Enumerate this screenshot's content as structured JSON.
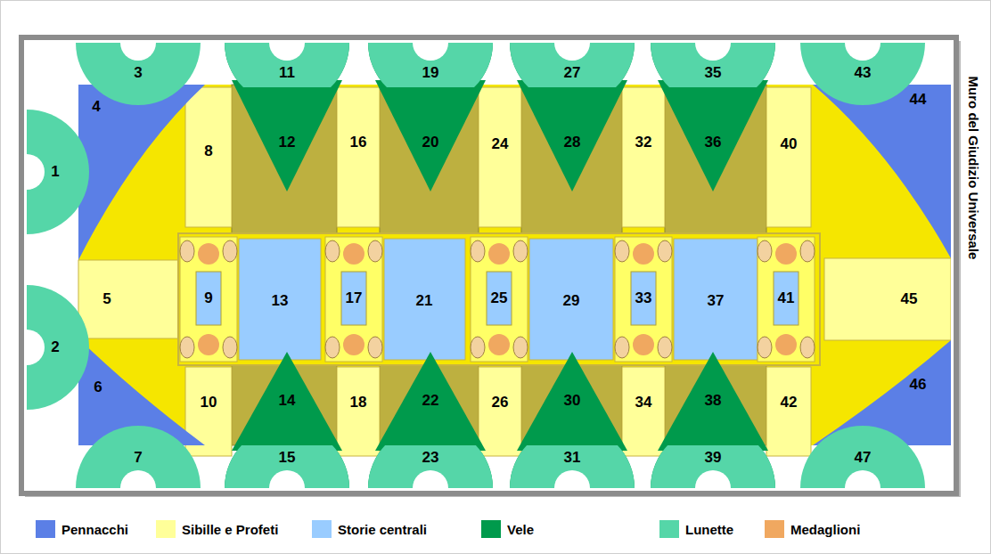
{
  "diagram": {
    "nodes": [
      {
        "text": [
          "1"
        ]
      },
      {
        "text": [
          "2"
        ]
      },
      {
        "text": [
          "3"
        ]
      },
      {
        "text": [
          "4"
        ]
      },
      {
        "text": [
          "5"
        ]
      },
      {
        "text": [
          "6"
        ]
      },
      {
        "text": [
          "7"
        ]
      },
      {
        "text": [
          "8"
        ]
      },
      {
        "text": [
          "9"
        ]
      },
      {
        "text": [
          "10"
        ]
      },
      {
        "text": [
          "11"
        ]
      },
      {
        "text": [
          "12"
        ]
      },
      {
        "text": [
          "13"
        ]
      },
      {
        "text": [
          "14"
        ]
      },
      {
        "text": [
          "15"
        ]
      },
      {
        "text": [
          "16"
        ]
      },
      {
        "text": [
          "17"
        ]
      },
      {
        "text": [
          "18"
        ]
      },
      {
        "text": [
          "19"
        ]
      },
      {
        "text": [
          "20"
        ]
      },
      {
        "text": [
          "21"
        ]
      },
      {
        "text": [
          "22"
        ]
      },
      {
        "text": [
          "23"
        ]
      },
      {
        "text": [
          "24"
        ]
      },
      {
        "text": [
          "25"
        ]
      },
      {
        "text": [
          "26"
        ]
      },
      {
        "text": [
          "27"
        ]
      },
      {
        "text": [
          "28"
        ]
      },
      {
        "text": [
          "29"
        ]
      },
      {
        "text": [
          "30"
        ]
      },
      {
        "text": [
          "31"
        ]
      },
      {
        "text": [
          "32"
        ]
      },
      {
        "text": [
          "33"
        ]
      },
      {
        "text": [
          "34"
        ]
      },
      {
        "text": [
          "35"
        ]
      },
      {
        "text": [
          "36"
        ]
      },
      {
        "text": [
          "37"
        ]
      },
      {
        "text": [
          "38"
        ]
      },
      {
        "text": [
          "39"
        ]
      },
      {
        "text": [
          "40"
        ]
      },
      {
        "text": [
          "41"
        ]
      },
      {
        "text": [
          "42"
        ]
      },
      {
        "text": [
          "43"
        ]
      },
      {
        "text": [
          "44"
        ]
      },
      {
        "text": [
          "45"
        ]
      },
      {
        "text": [
          "46"
        ]
      },
      {
        "text": [
          "47"
        ]
      }
    ],
    "labels": [
      "Muro del Giudizio Universale"
    ],
    "legend": [
      {
        "text": "Pennacchi",
        "color": "#5b7fe6"
      },
      {
        "text": "Sibille e Profeti",
        "color": "#ffff99"
      },
      {
        "text": "Storie centrali",
        "color": "#99ccff"
      },
      {
        "text": "Vele",
        "color": "#009a4c"
      },
      {
        "text": "Lunette",
        "color": "#55d6a8"
      },
      {
        "text": "Medaglioni",
        "color": "#f0a860"
      }
    ]
  }
}
